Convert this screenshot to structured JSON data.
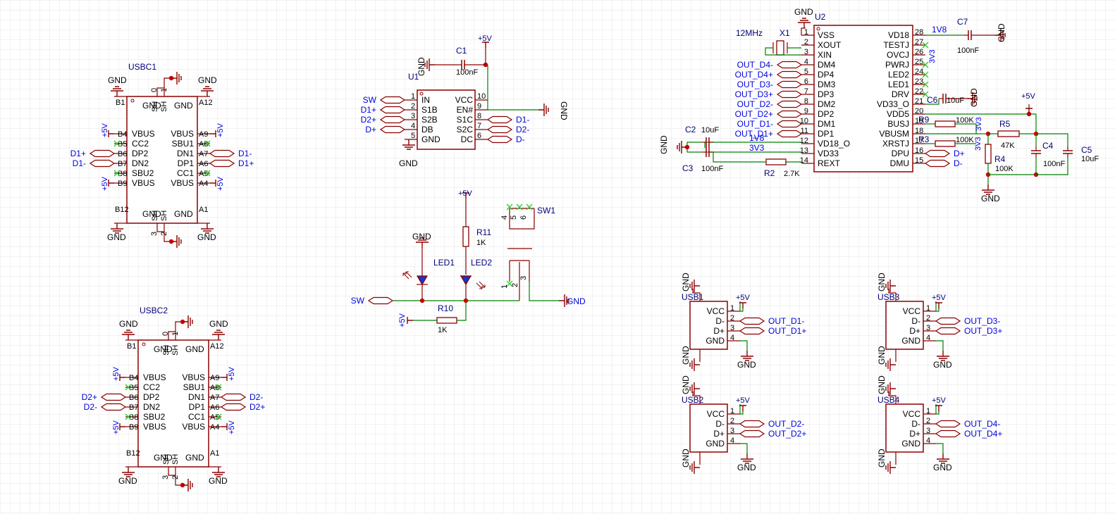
{
  "colors": {
    "wire": "#008000",
    "part": "#8b0000",
    "pin_text": "#000000",
    "net_label": "#0000e0",
    "ref_text": "#00007a",
    "no_connect": "#33cc33",
    "junction": "#cc0000",
    "grid": "#e6e6e6"
  },
  "usbc": [
    {
      "ref": "USBC1",
      "left": [
        "VBUS",
        "CC2",
        "DP2",
        "DN2",
        "SBU2",
        "VBUS"
      ],
      "right": [
        "VBUS",
        "SBU1",
        "DN1",
        "DP1",
        "CC1",
        "VBUS"
      ],
      "left_num": [
        "B4",
        "B5",
        "B6",
        "B7",
        "B8",
        "B9"
      ],
      "right_num": [
        "A9",
        "A8",
        "A7",
        "A6",
        "A5",
        "A4"
      ],
      "ports": [
        "D1+",
        "D1-",
        "D1-",
        "D1+"
      ]
    },
    {
      "ref": "USBC2",
      "left": [
        "VBUS",
        "CC2",
        "DP2",
        "DN2",
        "SBU2",
        "VBUS"
      ],
      "right": [
        "VBUS",
        "SBU1",
        "DN1",
        "DP1",
        "CC1",
        "VBUS"
      ],
      "left_num": [
        "B4",
        "B5",
        "B6",
        "B7",
        "B8",
        "B9"
      ],
      "right_num": [
        "A9",
        "A8",
        "A7",
        "A6",
        "A5",
        "A4"
      ],
      "ports": [
        "D2+",
        "D2-",
        "D2-",
        "D2+"
      ]
    }
  ],
  "usbc_common": {
    "gnd": "GND",
    "sh": "SH",
    "b1": "B1",
    "a12": "A12",
    "b12": "B12",
    "a1": "A1",
    "p0": "0",
    "p1": "1",
    "p2": "2",
    "p3": "3",
    "vcc": "+5V"
  },
  "u1": {
    "ref": "U1",
    "left": [
      "IN",
      "S1B",
      "S2B",
      "DB",
      "GND"
    ],
    "left_num": [
      "1",
      "2",
      "3",
      "4",
      "5"
    ],
    "right": [
      "VCC",
      "EN#",
      "S1C",
      "S2C",
      "DC"
    ],
    "right_num": [
      "10",
      "9",
      "8",
      "7",
      "6"
    ],
    "in_ports": [
      "SW",
      "D1+",
      "D2+",
      "D+"
    ],
    "out_ports": [
      "D1-",
      "D2-",
      "D-"
    ],
    "c1": "C1",
    "c1_val": "100nF",
    "vcc": "+5V",
    "gnd": "GND"
  },
  "led_circuit": {
    "gnd": "GND",
    "vcc_top": "+5V",
    "r11": "R11",
    "r11_val": "1K",
    "led1": "LED1",
    "led2": "LED2",
    "sw_port": "SW",
    "vcc_left": "+5V",
    "r10": "R10",
    "r10_val": "1K",
    "sw1": "SW1",
    "sw1_pins": [
      "4",
      "5",
      "6",
      "1",
      "2",
      "3"
    ],
    "gnd_right": "GND"
  },
  "u2": {
    "ref": "U2",
    "left": [
      "VSS",
      "XOUT",
      "XIN",
      "DM4",
      "DP4",
      "DM3",
      "DP3",
      "DM2",
      "DP2",
      "DM1",
      "DP1",
      "VD18_O",
      "VD33",
      "REXT"
    ],
    "left_num": [
      "1",
      "2",
      "3",
      "4",
      "5",
      "6",
      "7",
      "8",
      "9",
      "10",
      "11",
      "12",
      "13",
      "14"
    ],
    "right": [
      "VD18",
      "TESTJ",
      "OVCJ",
      "PWRJ",
      "LED2",
      "LED1",
      "DRV",
      "VD33_O",
      "VDD5",
      "BUSJ",
      "VBUSM",
      "XRSTJ",
      "DPU",
      "DMU"
    ],
    "right_num": [
      "28",
      "27",
      "26",
      "25",
      "24",
      "23",
      "22",
      "21",
      "20",
      "19",
      "18",
      "17",
      "16",
      "15"
    ],
    "left_ports": [
      "OUT_D4-",
      "OUT_D4+",
      "OUT_D3-",
      "OUT_D3+",
      "OUT_D2-",
      "OUT_D2+",
      "OUT_D1-",
      "OUT_D1+"
    ],
    "x1": "X1",
    "x1_val": "12MHz",
    "gnd_top": "GND",
    "c2": "C2",
    "c2_val": "10uF",
    "c3": "C3",
    "c3_val": "100nF",
    "r2": "R2",
    "r2_val": "2.7K",
    "net_1v8": "1V8",
    "net_3v3": "3V3",
    "gnd_left": "GND",
    "c7": "C7",
    "c7_val": "100nF",
    "c7_net": "1V8",
    "gnd_c7": "GND",
    "c6": "C6",
    "c6_val": "10uF",
    "gnd_c6": "GND",
    "vcc": "+5V",
    "r9": "R9",
    "r9_val": "100K",
    "r3": "R3",
    "r3_val": "100K",
    "r5": "R5",
    "r5_val": "47K",
    "r4": "R4",
    "r4_val": "100K",
    "c4": "C4",
    "c4_val": "100nF",
    "c5": "C5",
    "c5_val": "10uF",
    "gnd_bottom": "GND",
    "dpu_port": "D+",
    "dmu_port": "D-"
  },
  "usba": [
    {
      "ref": "USB1",
      "ports": [
        "OUT_D1-",
        "OUT_D1+"
      ]
    },
    {
      "ref": "USB2",
      "ports": [
        "OUT_D2-",
        "OUT_D2+"
      ]
    },
    {
      "ref": "USB3",
      "ports": [
        "OUT_D3-",
        "OUT_D3+"
      ]
    },
    {
      "ref": "USB4",
      "ports": [
        "OUT_D4-",
        "OUT_D4+"
      ]
    }
  ],
  "usba_common": {
    "pins": [
      "VCC",
      "D-",
      "D+",
      "GND"
    ],
    "nums": [
      "1",
      "2",
      "3",
      "4"
    ],
    "vcc": "+5V",
    "gnd": "GND"
  }
}
